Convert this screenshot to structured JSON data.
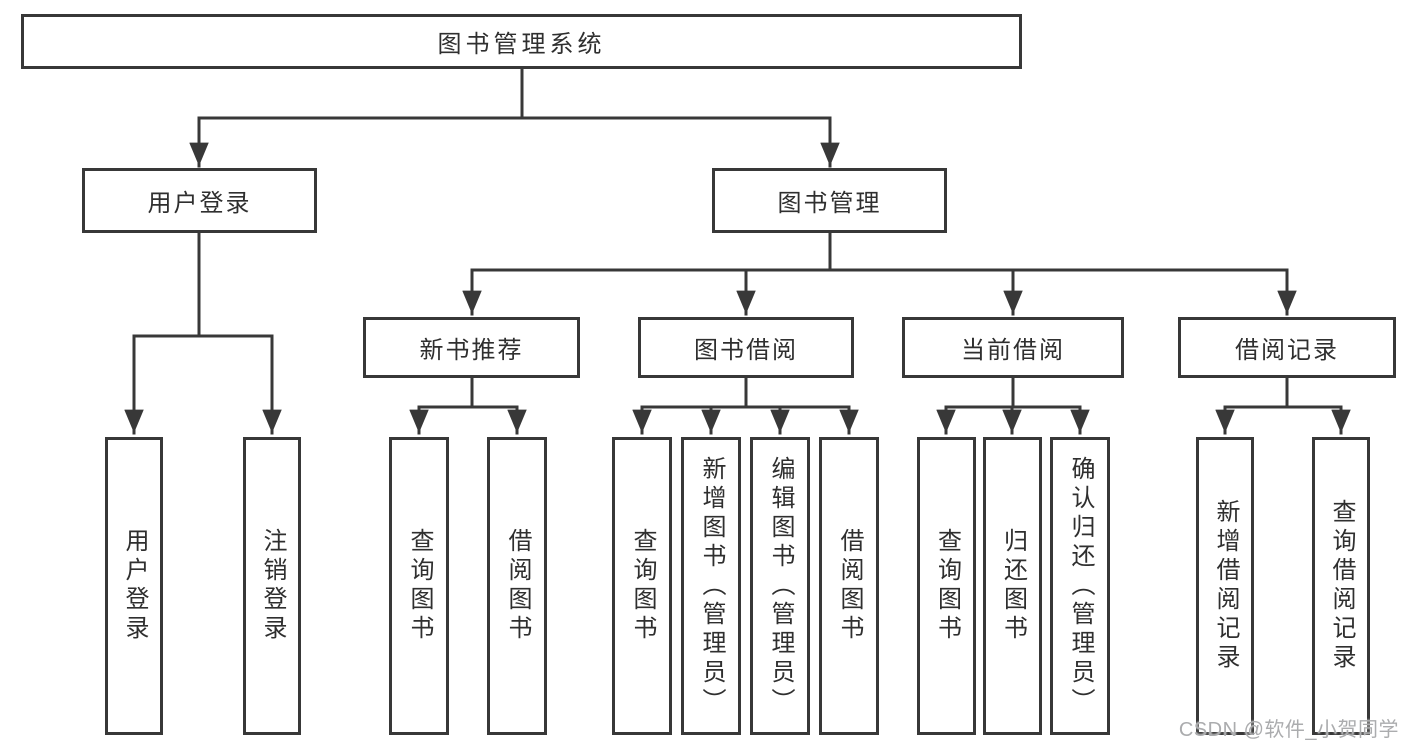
{
  "diagram": {
    "type": "hierarchy-tree",
    "colors": {
      "line": "#383838",
      "box_border": "#383838",
      "text": "#2f2f2f",
      "background": "#ffffff",
      "watermark": "#abacae"
    },
    "tree": {
      "label": "图书管理系统",
      "children": [
        {
          "label": "用户登录",
          "children": [
            {
              "label": "用户登录"
            },
            {
              "label": "注销登录"
            }
          ]
        },
        {
          "label": "图书管理",
          "children": [
            {
              "label": "新书推荐",
              "children": [
                {
                  "label": "查询图书"
                },
                {
                  "label": "借阅图书"
                }
              ]
            },
            {
              "label": "图书借阅",
              "children": [
                {
                  "label": "查询图书"
                },
                {
                  "label": "新增图书（管理员）"
                },
                {
                  "label": "编辑图书（管理员）"
                },
                {
                  "label": "借阅图书"
                }
              ]
            },
            {
              "label": "当前借阅",
              "children": [
                {
                  "label": "查询图书"
                },
                {
                  "label": "归还图书"
                },
                {
                  "label": "确认归还（管理员）"
                }
              ]
            },
            {
              "label": "借阅记录",
              "children": [
                {
                  "label": "新增借阅记录"
                },
                {
                  "label": "查询借阅记录"
                }
              ]
            }
          ]
        }
      ]
    },
    "watermark": {
      "text": "CSDN @软件_小贺同学"
    }
  }
}
